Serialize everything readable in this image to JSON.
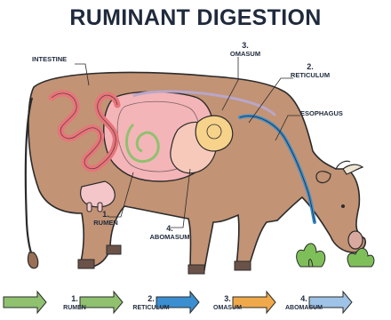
{
  "title": "RUMINANT DIGESTION",
  "labels": {
    "intestine": "INTESTINE",
    "omasum_num": "3.",
    "omasum": "OMASUM",
    "reticulum_num": "2.",
    "reticulum": "RETICULUM",
    "esophagus": "ESOPHAGUS",
    "rumen_num": "1.",
    "rumen": "RUMEN",
    "abomasum_num": "4.",
    "abomasum": "ABOMASUM"
  },
  "legend": [
    {
      "num": "1.",
      "label": "RUMEN",
      "color": "#8fc16f"
    },
    {
      "num": "2.",
      "label": "RETICULUM",
      "color": "#8fc16f"
    },
    {
      "num": "3.",
      "label": "OMASUM",
      "color": "#3b8fd0"
    },
    {
      "num": "4.",
      "label": "ABOMASUM",
      "color": "#f0a94a"
    },
    {
      "num": "",
      "label": "",
      "color": "#9fc3e6"
    }
  ],
  "colors": {
    "cow_body": "#c29374",
    "cow_dark": "#9a6f55",
    "rumen": "#f4b5b8",
    "intestine": "#e8747a",
    "blue_path": "#3b8fd0",
    "green_path": "#8fc16f",
    "outline": "#2b2b2b"
  }
}
